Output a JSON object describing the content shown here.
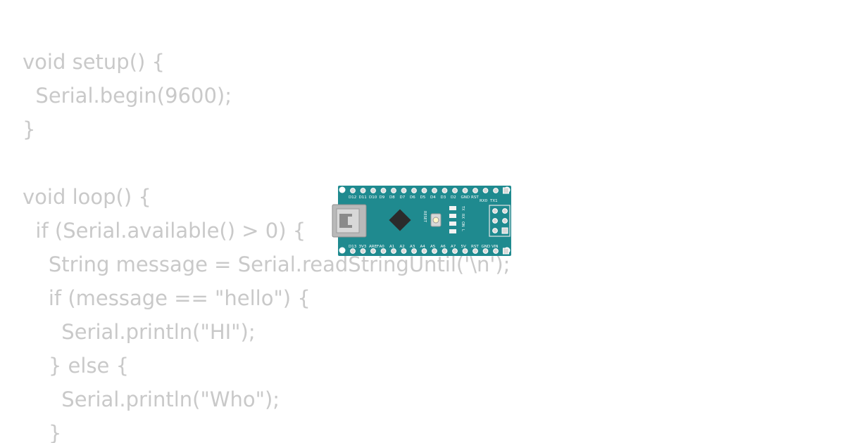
{
  "code": {
    "lines": [
      "void setup() {",
      "  Serial.begin(9600);",
      "}",
      "",
      "void loop() {",
      "  if (Serial.available() > 0) {",
      "    String message = Serial.readStringUntil('\\n');",
      "    if (message == \"hello\") {",
      "      Serial.println(\"HI\");",
      "    } else {",
      "      Serial.println(\"Who\");",
      "    }"
    ]
  },
  "board": {
    "name": "arduino-nano",
    "top_pins": [
      "D12",
      "D11",
      "D10",
      "D9",
      "D8",
      "D7",
      "D6",
      "D5",
      "D4",
      "D3",
      "D2",
      "GND",
      "RST"
    ],
    "bottom_pins": [
      "D13",
      "3V3",
      "AREF",
      "A0",
      "A1",
      "A2",
      "A3",
      "A4",
      "A5",
      "A6",
      "A7",
      "5V",
      "RST",
      "GND",
      "VIN"
    ],
    "icsp_labels": [
      "RX0",
      "TX1"
    ],
    "led_labels": [
      "TX",
      "RX",
      "ON",
      "L"
    ],
    "reset_label": "RESET",
    "colors": {
      "pcb": "#1f8a8f",
      "code_text": "#c9c9c9",
      "usb": "#b9b9b9",
      "chip": "#2b2b2b"
    }
  }
}
